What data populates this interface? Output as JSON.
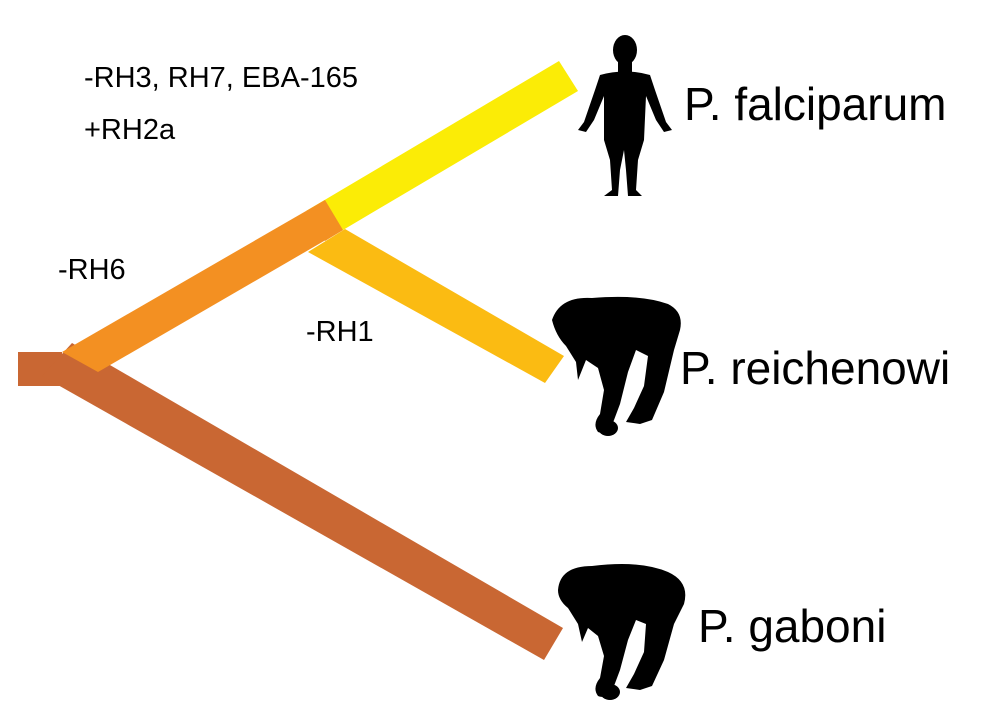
{
  "diagram": {
    "annotations": {
      "top_line1": "-RH3, RH7, EBA-165",
      "top_line2": "+RH2a",
      "rh6": "-RH6",
      "rh1": "-RH1"
    },
    "species": {
      "falciparum": "P. falciparum",
      "reichenowi": "P. reichenowi",
      "gaboni": "P. gaboni"
    },
    "colors": {
      "root_branch": "#C96733",
      "inner_branch": "#F39022",
      "reichenowi_branch": "#FBBB12",
      "falciparum_branch": "#FBEC06",
      "silhouette": "#000000"
    },
    "icons": [
      "human-silhouette-icon",
      "chimpanzee-silhouette-icon",
      "gorilla-silhouette-icon"
    ]
  }
}
